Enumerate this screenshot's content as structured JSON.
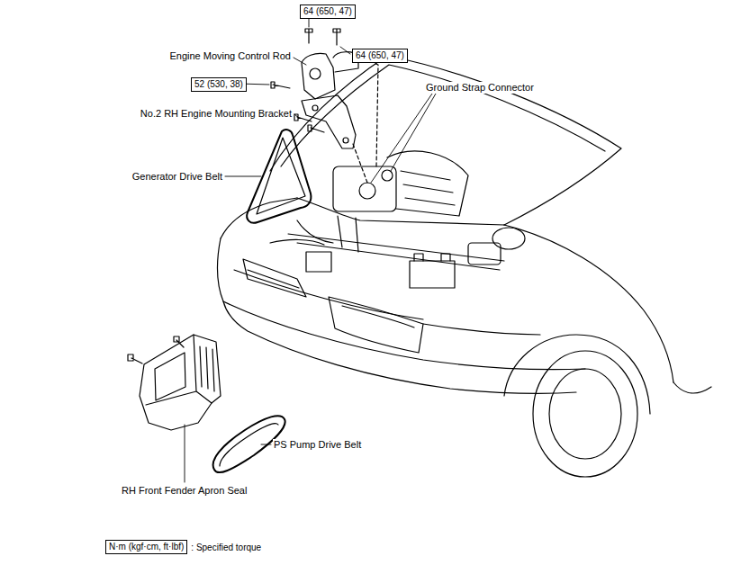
{
  "diagram": {
    "nodes": [
      {
        "text": [
          "64 (650, 47)"
        ]
      },
      {
        "text": [
          "64 (650, 47)"
        ]
      },
      {
        "text": [
          "52 (530, 38)"
        ]
      },
      {
        "text": [
          "N·m (kgf·cm, ft·lbf)"
        ]
      }
    ],
    "labels": [
      "Engine Moving Control Rod",
      "Ground Strap Connector",
      "No.2 RH Engine Mounting Bracket",
      "Generator Drive Belt",
      "PS Pump Drive Belt",
      "RH Front Fender Apron Seal",
      ": Specified torque"
    ]
  }
}
